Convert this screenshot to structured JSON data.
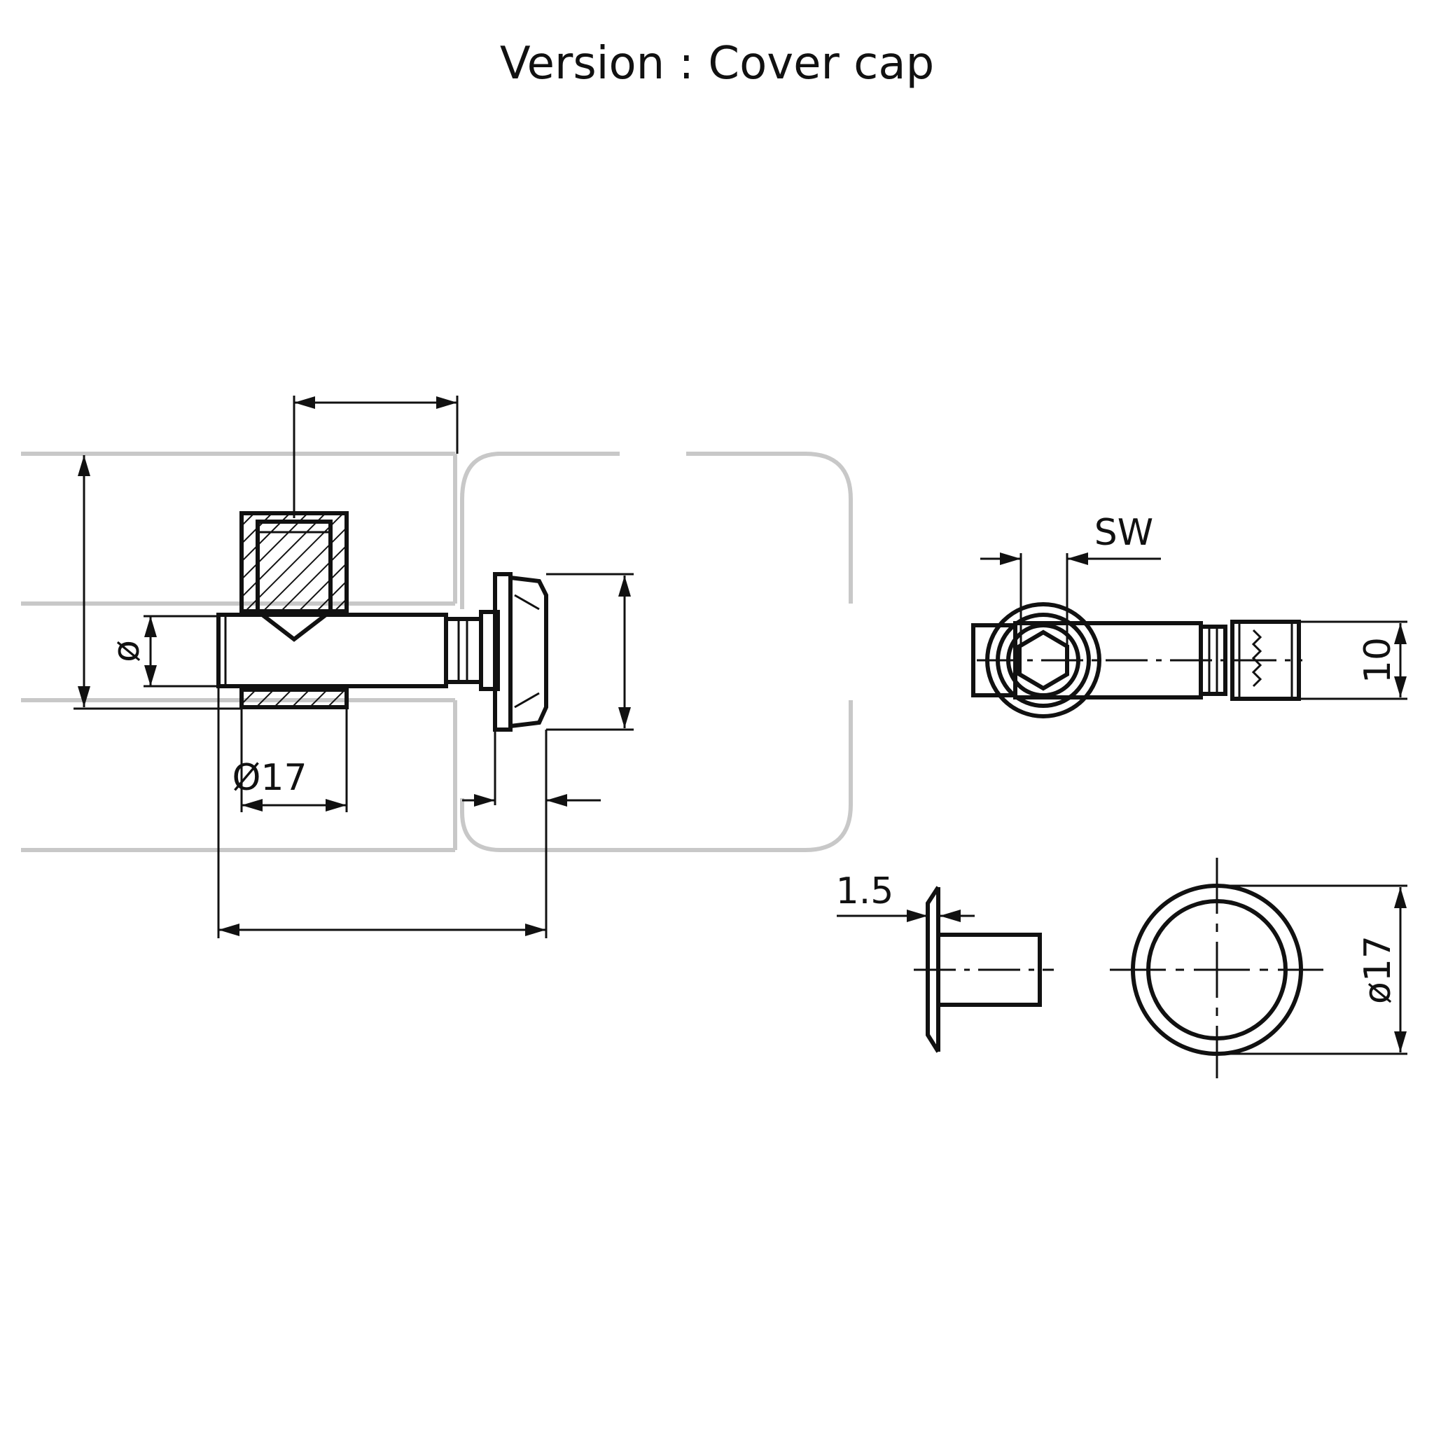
{
  "title": "Version : Cover cap",
  "labels": {
    "diameter_symbol": "ø",
    "diameter_17_front": "Ø17",
    "sw": "SW",
    "ten": "10",
    "one_point_five": "1.5",
    "diameter_17_cap": "ø17"
  }
}
